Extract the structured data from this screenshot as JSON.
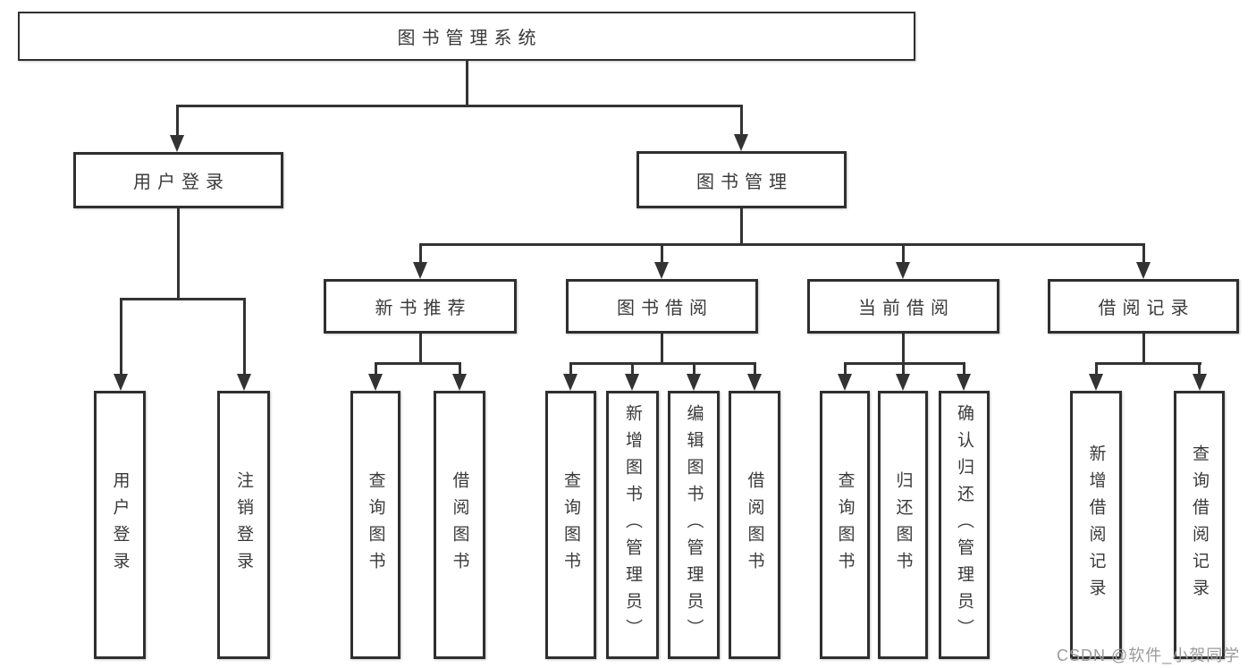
{
  "tree": {
    "label": "图书管理系统",
    "children": [
      {
        "label": "用户登录",
        "children": [
          {
            "label": "用户登录"
          },
          {
            "label": "注销登录"
          }
        ]
      },
      {
        "label": "图书管理",
        "children": [
          {
            "label": "新书推荐",
            "children": [
              {
                "label": "查询图书"
              },
              {
                "label": "借阅图书"
              }
            ]
          },
          {
            "label": "图书借阅",
            "children": [
              {
                "label": "查询图书"
              },
              {
                "label": "新增图书（管理员）"
              },
              {
                "label": "编辑图书（管理员）"
              },
              {
                "label": "借阅图书"
              }
            ]
          },
          {
            "label": "当前借阅",
            "children": [
              {
                "label": "查询图书"
              },
              {
                "label": "归还图书"
              },
              {
                "label": "确认归还（管理员）"
              }
            ]
          },
          {
            "label": "借阅记录",
            "children": [
              {
                "label": "新增借阅记录"
              },
              {
                "label": "查询借阅记录"
              }
            ]
          }
        ]
      }
    ]
  },
  "watermark": {
    "text": "CSDN @软件_小贺同学"
  },
  "colors": {
    "line": "#333333",
    "border": "#2f2f2f",
    "text": "#3a3a3a",
    "watermark": "#9b9b9b",
    "background": "#ffffff"
  }
}
